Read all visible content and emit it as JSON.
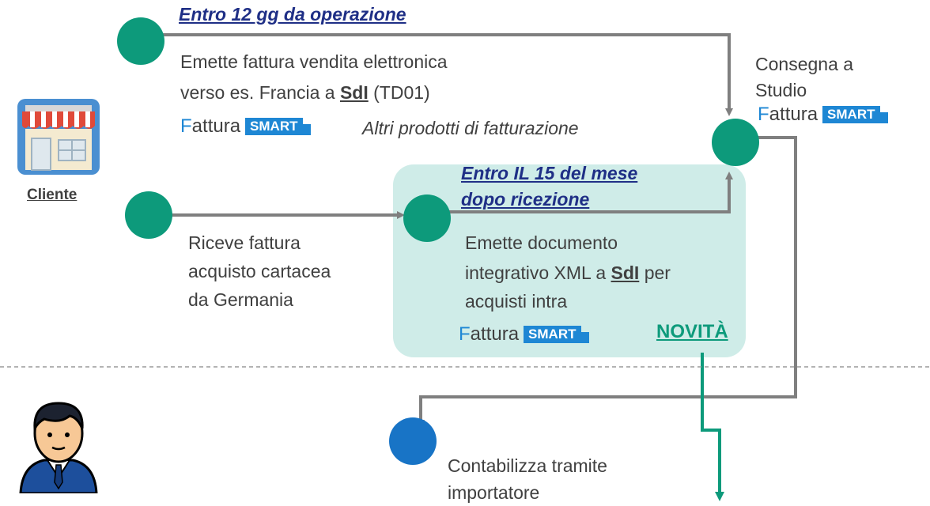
{
  "top_flow": {
    "deadline": "Entro 12 gg da operazione",
    "description_line1": "Emette fattura vendita elettronica",
    "description_line2_pre": "verso es. Francia a ",
    "description_sdi": "SdI",
    "description_line2_post": " (TD01)",
    "other_products": "Altri prodotti di fatturazione"
  },
  "brand": {
    "f": "F",
    "name": "attura",
    "smart": "SMART"
  },
  "delivery": {
    "line1": "Consegna a",
    "line2": "Studio"
  },
  "client": {
    "label": "Cliente"
  },
  "receive_flow": {
    "line1": "Riceve fattura",
    "line2": "acquisto cartacea",
    "line3": "da Germania"
  },
  "integrative": {
    "deadline_line1": "Entro IL 15 del mese",
    "deadline_line2": "dopo ricezione",
    "line1": "Emette documento",
    "line2_pre": "integrativo XML a ",
    "sdi": "SdI",
    "line2_post": " per",
    "line3": "acquisti intra",
    "novita": "NOVITÀ"
  },
  "accounting": {
    "line1": "Contabilizza tramite",
    "line2": "importatore"
  },
  "colors": {
    "teal": "#0d9a7b",
    "blue": "#1874c6",
    "title": "#1f2f86",
    "brand_blue": "#1e87d4",
    "highlight": "#cfece8",
    "arrow": "#7f7f7f"
  }
}
